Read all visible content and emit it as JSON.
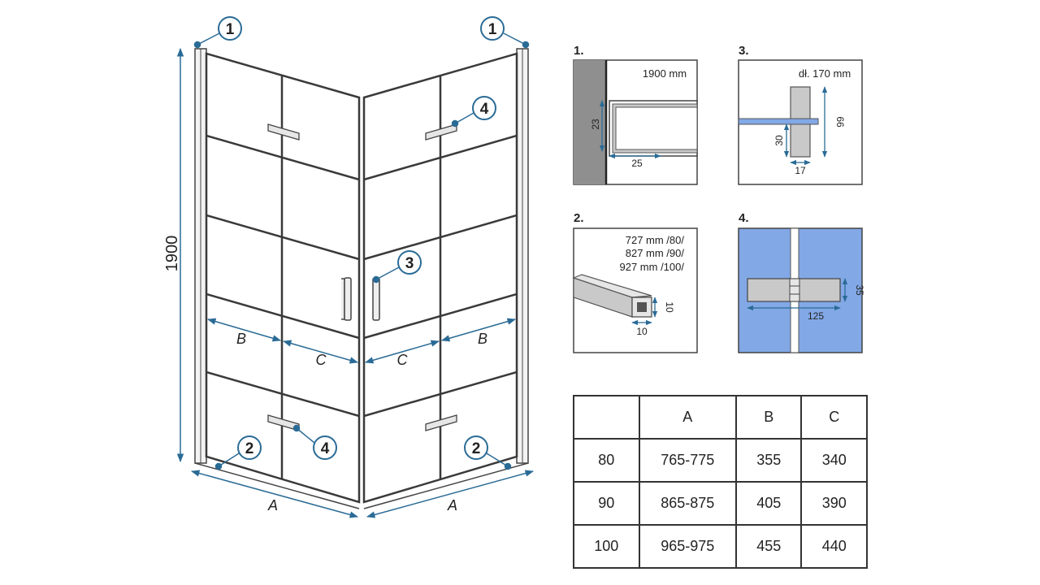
{
  "diagram": {
    "height_label": "1900",
    "callouts": [
      "1",
      "2",
      "3",
      "4"
    ],
    "dim_labels": {
      "A": "A",
      "B": "B",
      "C": "C"
    },
    "colors": {
      "accent": "#2a6b96",
      "line": "#3a3a3a",
      "gray": "#8f8f8f",
      "blue": "#82a8e6"
    }
  },
  "details": {
    "d1": {
      "num": "1.",
      "label": "1900 mm",
      "dim_v": "23",
      "dim_h": "25"
    },
    "d2": {
      "num": "2.",
      "lines": [
        "727 mm /80/",
        "827 mm /90/",
        "927 mm /100/"
      ],
      "dim_v": "10",
      "dim_h": "10"
    },
    "d3": {
      "num": "3.",
      "label": "dł. 170 mm",
      "dim_v1": "66",
      "dim_v2": "30",
      "dim_h": "17"
    },
    "d4": {
      "num": "4.",
      "dim_h": "125",
      "dim_v": "35"
    }
  },
  "table": {
    "headers": [
      "",
      "A",
      "B",
      "C"
    ],
    "rows": [
      [
        "80",
        "765-775",
        "355",
        "340"
      ],
      [
        "90",
        "865-875",
        "405",
        "390"
      ],
      [
        "100",
        "965-975",
        "455",
        "440"
      ]
    ]
  }
}
